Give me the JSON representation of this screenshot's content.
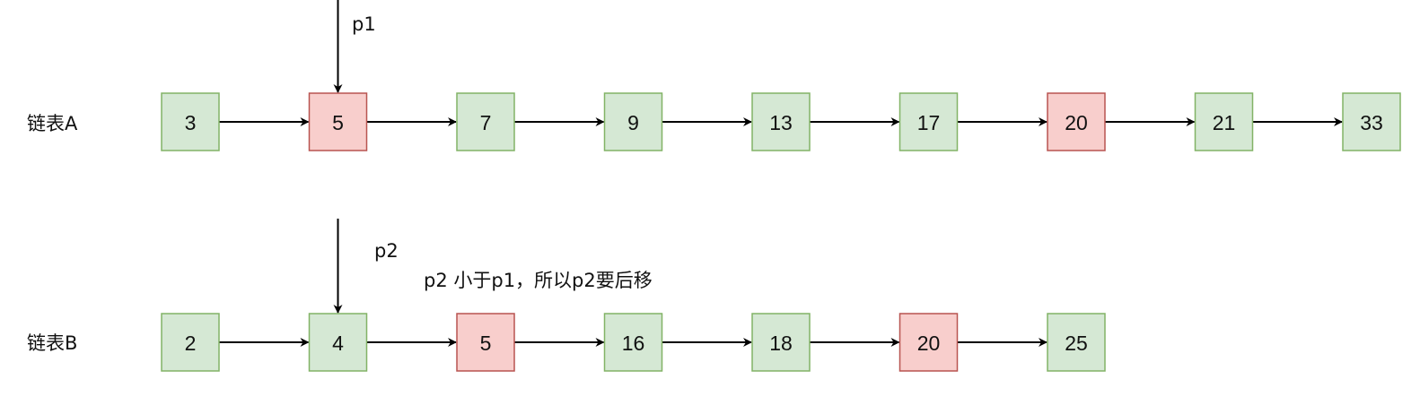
{
  "colors": {
    "normal_fill": "#d5e8d4",
    "normal_stroke": "#82b366",
    "highlight_fill": "#f8cecc",
    "highlight_stroke": "#b85450",
    "line": "#000000",
    "text": "#111111"
  },
  "lists": [
    {
      "label": "链表A",
      "nodes": [
        {
          "value": "3",
          "highlight": false
        },
        {
          "value": "5",
          "highlight": true
        },
        {
          "value": "7",
          "highlight": false
        },
        {
          "value": "9",
          "highlight": false
        },
        {
          "value": "13",
          "highlight": false
        },
        {
          "value": "17",
          "highlight": false
        },
        {
          "value": "20",
          "highlight": true
        },
        {
          "value": "21",
          "highlight": false
        },
        {
          "value": "33",
          "highlight": false
        }
      ]
    },
    {
      "label": "链表B",
      "nodes": [
        {
          "value": "2",
          "highlight": false
        },
        {
          "value": "4",
          "highlight": false
        },
        {
          "value": "5",
          "highlight": true
        },
        {
          "value": "16",
          "highlight": false
        },
        {
          "value": "18",
          "highlight": false
        },
        {
          "value": "20",
          "highlight": true
        },
        {
          "value": "25",
          "highlight": false
        }
      ]
    }
  ],
  "pointers": [
    {
      "label": "p1",
      "list": 0,
      "node": 1
    },
    {
      "label": "p2",
      "list": 1,
      "node": 1
    }
  ],
  "note": "p2 小于p1，所以p2要后移"
}
